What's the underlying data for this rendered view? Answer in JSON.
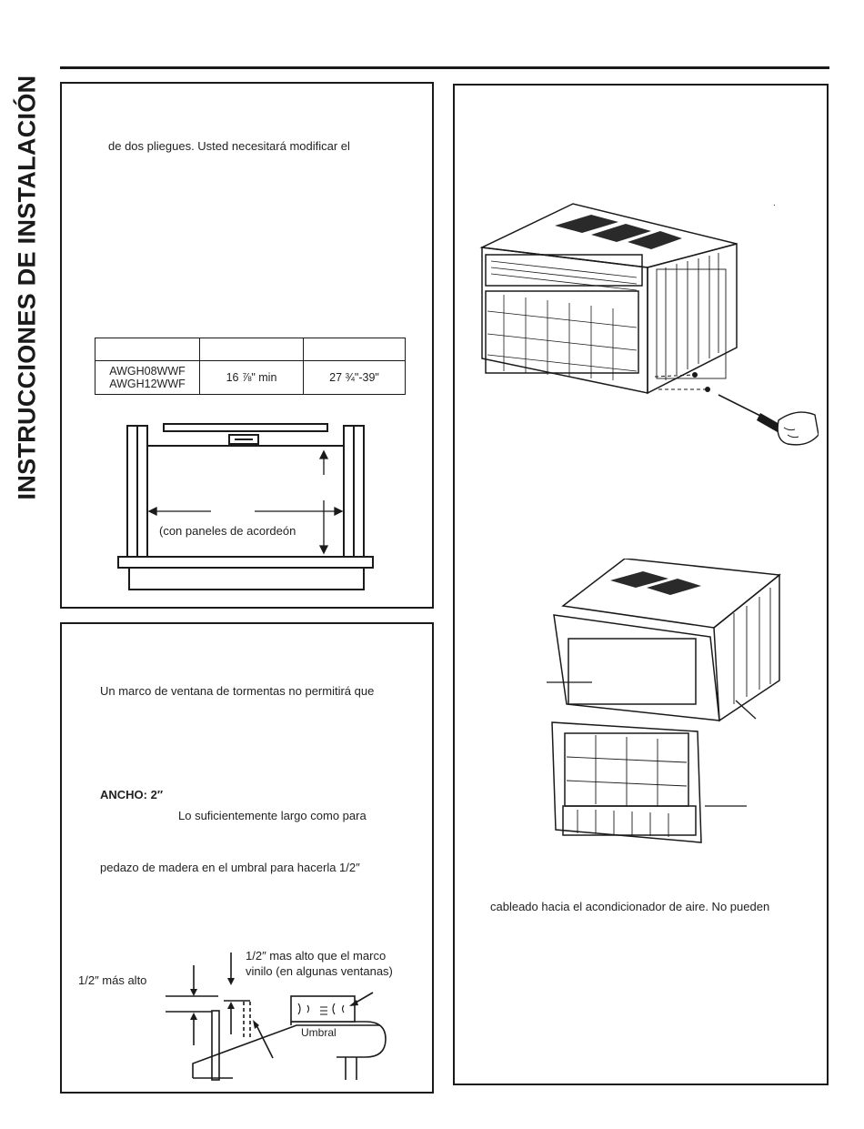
{
  "page": {
    "side_title": "INSTRUCCIONES DE INSTALACIÓN"
  },
  "box1": {
    "line1": "de dos pliegues. Usted necesitará modificar el",
    "table": {
      "header": [
        "",
        "",
        ""
      ],
      "row": {
        "models": [
          "AWGH08WWF",
          "AWGH12WWF"
        ],
        "height": "16 ⅞\" min",
        "width": "27 ¾\"-39\""
      }
    },
    "window_label": "(con paneles de acordeón"
  },
  "box2": {
    "line1": "Un marco de ventana de tormentas no permitirá que",
    "width_label": "ANCHO: 2″",
    "line2": "Lo suficientemente largo como para",
    "line3": "pedazo de madera en el umbral para hacerla 1/2″",
    "diagram": {
      "label_left": "1/2″ más alto",
      "label_top_1": "1/2″ mas alto que el marco",
      "label_top_2": "vinilo (en algunas ventanas)",
      "sill_label": "Umbral"
    }
  },
  "box3": {
    "caption": "cableado hacia el acondicionador de aire. No pueden",
    "figure_dot": "."
  }
}
